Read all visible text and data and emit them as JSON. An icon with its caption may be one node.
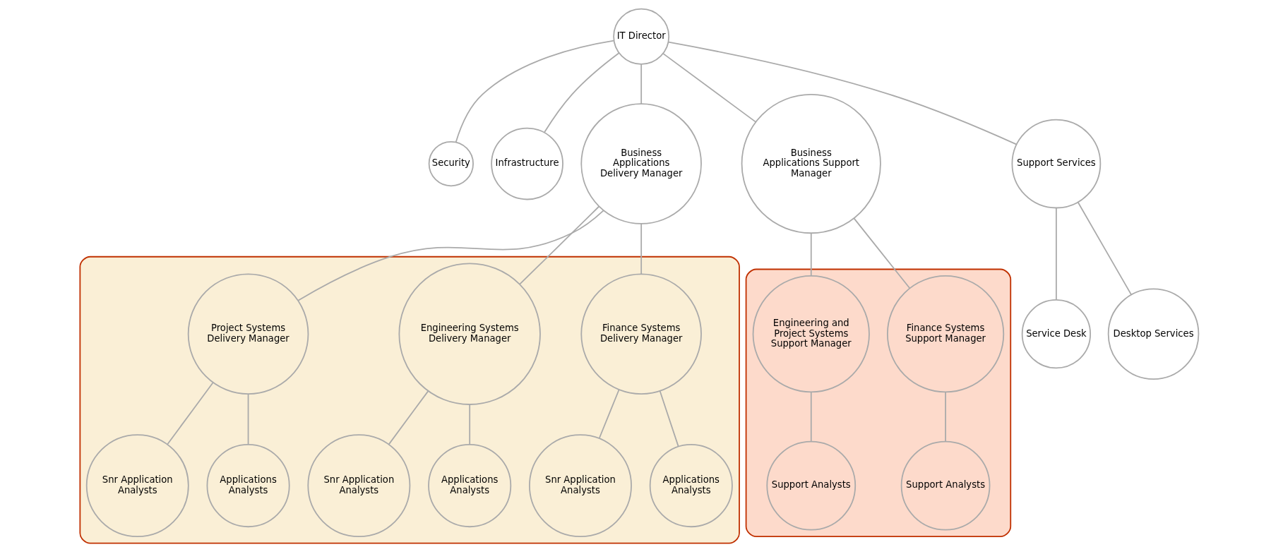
{
  "diagram": {
    "nodes": [
      {
        "text": [
          "IT Director"
        ]
      },
      {
        "text": [
          "Security"
        ]
      },
      {
        "text": [
          "Infrastructure"
        ]
      },
      {
        "text": [
          "Business Applications Delivery Manager"
        ]
      },
      {
        "text": [
          "Business Applications Support Manager"
        ]
      },
      {
        "text": [
          "Support Services"
        ]
      },
      {
        "text": [],
        "shape": "ellipse"
      },
      {
        "text": [
          "Finance Systems Delivery Manager"
        ],
        "in": 6
      },
      {
        "text": [
          "Engineering Systems Delivery Manager"
        ],
        "in": 6
      },
      {
        "text": [
          "Project Systems Delivery Manager"
        ],
        "in": 6
      },
      {
        "text": [],
        "shape": "ellipse"
      },
      {
        "text": [
          "Finance Systems Support Manager"
        ],
        "in": 10
      },
      {
        "text": [
          "Engineering and Project Systems Support Manager"
        ],
        "in": 10
      },
      {
        "text": [
          "Service Desk"
        ]
      },
      {
        "text": [
          "Snr Application Analysts"
        ],
        "in": 6
      },
      {
        "text": [
          "Snr Application Analysts"
        ],
        "in": 6
      },
      {
        "text": [
          "Snr Application Analysts"
        ],
        "in": 6
      },
      {
        "text": [
          "Support Analysts"
        ],
        "in": 10
      },
      {
        "text": [
          "Support Analysts"
        ],
        "in": 10
      },
      {
        "text": [
          "Desktop Services"
        ]
      },
      {
        "text": [
          "Applications Analysts"
        ],
        "in": 6
      },
      {
        "text": [
          "Applications Analysts"
        ],
        "in": 6
      },
      {
        "text": [
          "Applications Analysts"
        ],
        "in": 6
      }
    ],
    "edges": [
      {
        "from": 0,
        "to": 1,
        "arrow": "none"
      },
      {
        "from": 0,
        "to": 2,
        "arrow": "none"
      },
      {
        "from": 0,
        "to": 3,
        "arrow": "none"
      },
      {
        "from": 0,
        "to": 4,
        "arrow": "none"
      },
      {
        "from": 0,
        "to": 5,
        "arrow": "none"
      },
      {
        "from": 3,
        "to": 7,
        "arrow": "none"
      },
      {
        "from": 3,
        "to": 8,
        "arrow": "none"
      },
      {
        "from": 3,
        "to": 9,
        "arrow": "none"
      },
      {
        "from": 4,
        "to": 11,
        "arrow": "none"
      },
      {
        "from": 4,
        "to": 12,
        "arrow": "none"
      },
      {
        "from": 5,
        "to": 13,
        "arrow": "none"
      },
      {
        "from": 5,
        "to": 19,
        "arrow": "none"
      },
      {
        "from": 7,
        "to": 14,
        "arrow": "none"
      },
      {
        "from": 7,
        "to": 20,
        "arrow": "none"
      },
      {
        "from": 8,
        "to": 15,
        "arrow": "none"
      },
      {
        "from": 8,
        "to": 21,
        "arrow": "none"
      },
      {
        "from": 9,
        "to": 16,
        "arrow": "none"
      },
      {
        "from": 9,
        "to": 22,
        "arrow": "none"
      },
      {
        "from": 11,
        "to": 17,
        "arrow": "none"
      },
      {
        "from": 12,
        "to": 18,
        "arrow": "none"
      }
    ]
  }
}
